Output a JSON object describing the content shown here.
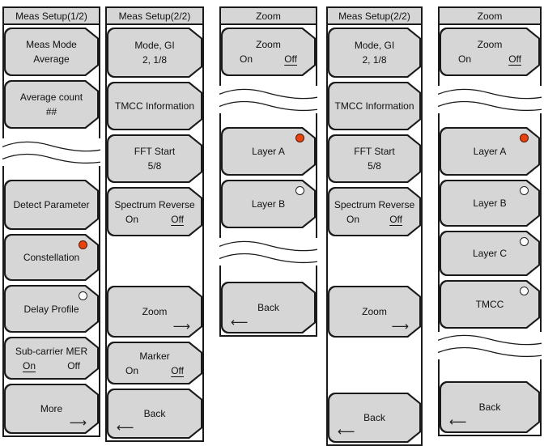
{
  "palette": {
    "canvas": "#ffffff",
    "button_fill": "#d6d6d6",
    "outline": "#1a1a1a",
    "indicator_red": "#e8430f"
  },
  "icons": {
    "right_arrow": "⟶",
    "left_arrow": "⟵"
  },
  "columns": [
    {
      "title": "Meas Setup(1/2)",
      "buttons": [
        {
          "label": "Meas Mode",
          "value": "Average"
        },
        {
          "label": "Average count",
          "value": "##"
        },
        {
          "label": "Detect Parameter"
        },
        {
          "label": "Constellation",
          "indicator_filled": true
        },
        {
          "label": "Delay Profile",
          "indicator_filled": false
        },
        {
          "label": "Sub-carrier MER",
          "on_label": "On",
          "off_label": "Off",
          "on_active": true
        },
        {
          "label": "More"
        }
      ]
    },
    {
      "title": "Meas Setup(2/2)",
      "buttons": [
        {
          "label": "Mode, GI",
          "value": "2, 1/8"
        },
        {
          "label": "TMCC Information"
        },
        {
          "label": "FFT Start",
          "value": "5/8"
        },
        {
          "label": "Spectrum Reverse",
          "on_label": "On",
          "off_label": "Off",
          "off_active": true
        },
        {
          "label": "Zoom"
        },
        {
          "label": "Marker",
          "on_label": "On",
          "off_label": "Off",
          "off_active": true
        },
        {
          "label": "Back"
        }
      ]
    },
    {
      "title": "Zoom",
      "buttons": [
        {
          "label": "Zoom",
          "on_label": "On",
          "off_label": "Off",
          "off_active": true
        },
        {
          "label": "Layer A",
          "indicator_filled": true
        },
        {
          "label": "Layer B",
          "indicator_filled": false
        },
        {
          "label": "Back"
        }
      ]
    },
    {
      "title": "Meas Setup(2/2)",
      "buttons": [
        {
          "label": "Mode, GI",
          "value": "2, 1/8"
        },
        {
          "label": "TMCC Information"
        },
        {
          "label": "FFT Start",
          "value": "5/8"
        },
        {
          "label": "Spectrum Reverse",
          "on_label": "On",
          "off_label": "Off",
          "off_active": true
        },
        {
          "label": "Zoom"
        },
        {
          "label": "Back"
        }
      ]
    },
    {
      "title": "Zoom",
      "buttons": [
        {
          "label": "Zoom",
          "on_label": "On",
          "off_label": "Off",
          "off_active": true
        },
        {
          "label": "Layer A",
          "indicator_filled": true
        },
        {
          "label": "Layer B",
          "indicator_filled": false
        },
        {
          "label": "Layer C",
          "indicator_filled": false
        },
        {
          "label": "TMCC",
          "indicator_filled": false
        },
        {
          "label": "Back"
        }
      ]
    }
  ]
}
